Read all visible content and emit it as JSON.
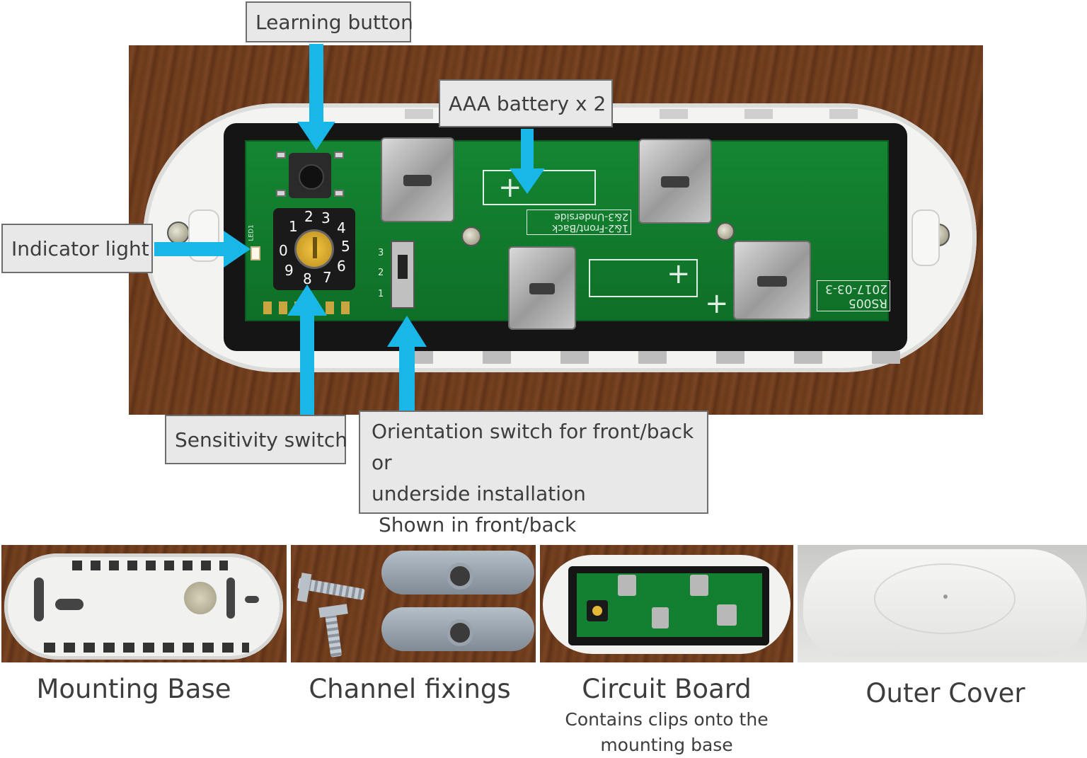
{
  "callouts": {
    "learning_button": "Learning button",
    "battery": "AAA battery x 2",
    "indicator_light": "Indicator light",
    "sensitivity_switch": "Sensitivity switch",
    "orientation_line1": "Orientation switch for front/back or",
    "orientation_line2": "underside installation",
    "orientation_line3": "Shown in front/back"
  },
  "board_silkscreen": {
    "model": "RS005",
    "date": "2017-03-3",
    "mode_line1": "1&2-Front/Back",
    "mode_line2": "2&3-Underside",
    "switch_digits": [
      "1",
      "2",
      "3"
    ],
    "led_label": "LED1",
    "dial_digits": [
      "0",
      "1",
      "2",
      "3",
      "4",
      "5",
      "6",
      "7",
      "8",
      "9"
    ]
  },
  "parts": [
    {
      "caption": "Mounting Base"
    },
    {
      "caption": "Channel fixings"
    },
    {
      "caption": "Circuit Board",
      "subcaption_line1": "Contains clips onto the",
      "subcaption_line2": "mounting base"
    },
    {
      "caption": "Outer Cover"
    }
  ],
  "colors": {
    "arrow": "#19b6e8",
    "callout_fill": "#e8e8e8",
    "callout_border": "#6e6e6e",
    "pcb_green": "#127a2c",
    "wood": "#6b3a1c"
  },
  "icons": [
    "arrow-down-icon",
    "arrow-right-icon",
    "arrow-up-icon"
  ]
}
